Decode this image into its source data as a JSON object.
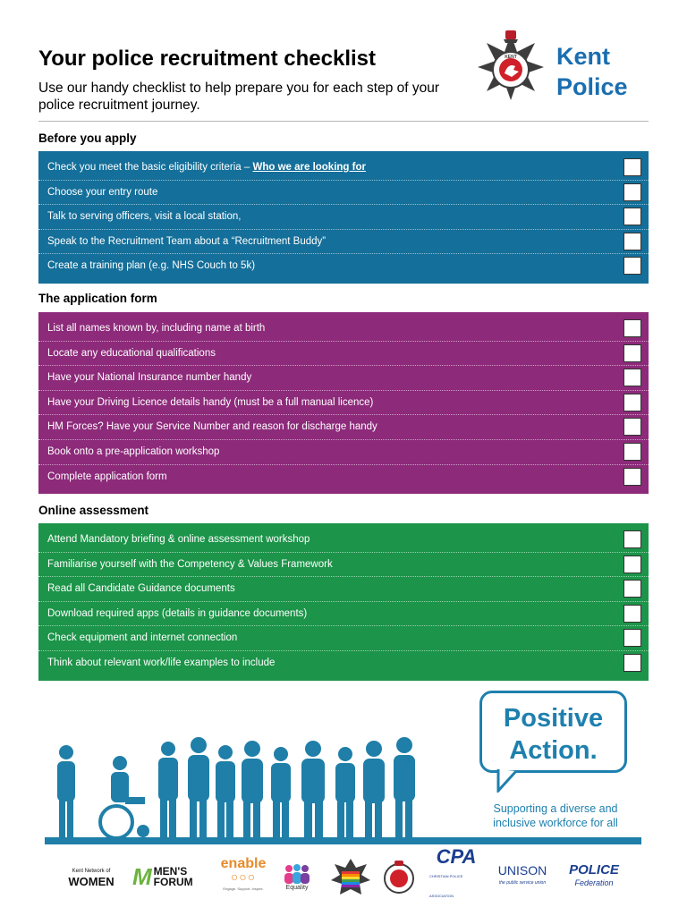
{
  "header": {
    "title": "Your police recruitment checklist",
    "intro": "Use our handy checklist to help prepare you for each step of your police recruitment journey.",
    "brand_line1": "Kent",
    "brand_line2": "Police",
    "badge_text": "KENT"
  },
  "sections": [
    {
      "heading": "Before you apply",
      "color": "#146f9a",
      "items": [
        {
          "text": "Check you meet the basic eligibility criteria – ",
          "link": "Who we are looking for"
        },
        {
          "text": "Choose your entry route"
        },
        {
          "text": "Talk to serving officers, visit a local station,"
        },
        {
          "text": "Speak to the Recruitment Team about a “Recruitment Buddy”"
        },
        {
          "text": "Create a training plan (e.g. NHS Couch to 5k)"
        }
      ]
    },
    {
      "heading": "The application form",
      "color": "#8d2a7a",
      "items": [
        {
          "text": "List all names known by, including name at birth"
        },
        {
          "text": "Locate any educational qualifications"
        },
        {
          "text": "Have your National Insurance number handy"
        },
        {
          "text": "Have your Driving Licence details handy (must be a full manual licence)"
        },
        {
          "text": "HM Forces? Have your Service Number and reason for discharge handy"
        },
        {
          "text": "Book onto a pre-application workshop"
        },
        {
          "text": "Complete application form"
        }
      ]
    },
    {
      "heading": "Online assessment",
      "color": "#1c9449",
      "items": [
        {
          "text": "Attend Mandatory briefing & online assessment workshop"
        },
        {
          "text": "Familiarise yourself with the Competency & Values Framework"
        },
        {
          "text": "Read all Candidate Guidance documents"
        },
        {
          "text": "Download required apps (details in guidance documents)"
        },
        {
          "text": "Check equipment and internet connection"
        },
        {
          "text": "Think about relevant work/life examples to include"
        }
      ]
    }
  ],
  "positive_action": {
    "line1": "Positive",
    "line2": "Action.",
    "caption": "Supporting a diverse and inclusive workforce for all",
    "color": "#1e80ae"
  },
  "logos": {
    "women_small": "Kent Network of",
    "women": "WOMEN",
    "men": "MEN'S FORUM",
    "enable": "enable",
    "enable_tag": "Engage. Support. Inspire.",
    "equality": "Equality",
    "cpa": "CPA",
    "cpa_tag": "CHRISTIAN POLICE ASSOCIATION",
    "unison": "UNISON",
    "unison_tag": "the public service union",
    "police": "POLICE",
    "federation": "Federation"
  }
}
